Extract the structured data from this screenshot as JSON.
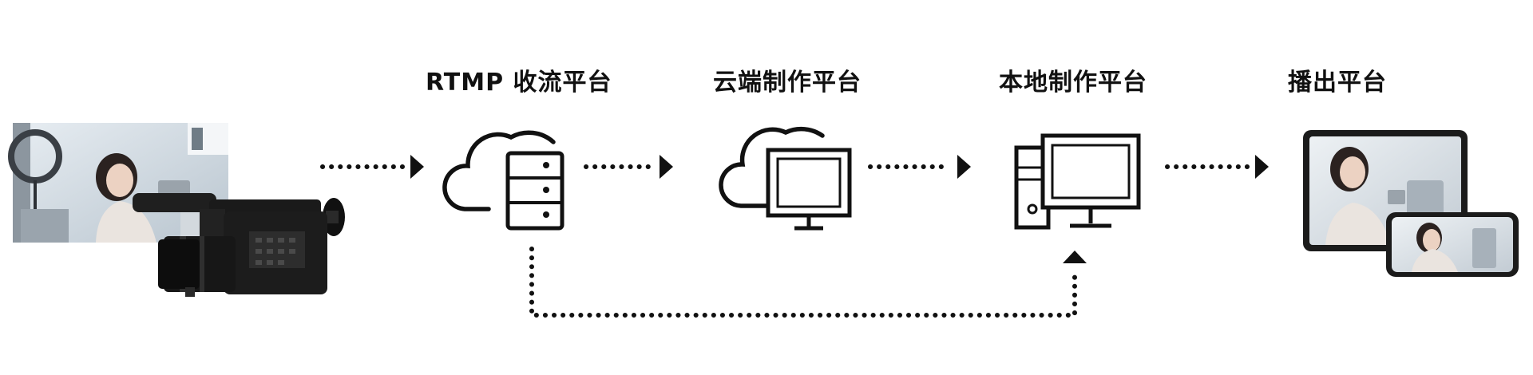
{
  "stages": {
    "rtmp": {
      "label": "RTMP 收流平台"
    },
    "cloud": {
      "label": "云端制作平台"
    },
    "local": {
      "label": "本地制作平台"
    },
    "broadcast": {
      "label": "播出平台"
    }
  },
  "colors": {
    "ink": "#111111",
    "photo_background": "#c9d3dc",
    "camera_body": "#1c1c1c"
  },
  "icons": {
    "source": "camera-with-studio-photo-icon",
    "rtmp": "cloud-server-icon",
    "cloud": "cloud-monitor-icon",
    "local": "desktop-tower-monitor-icon",
    "broadcast": "tablet-phone-devices-icon"
  }
}
